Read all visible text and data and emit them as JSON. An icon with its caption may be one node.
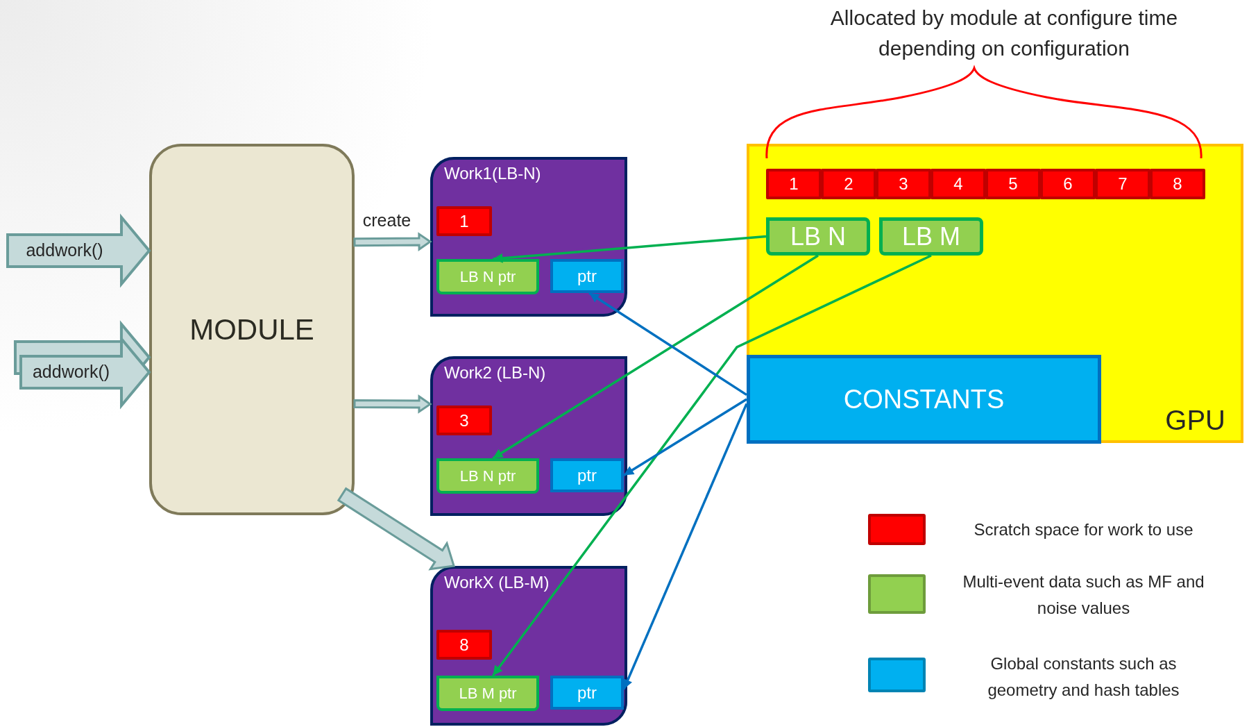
{
  "diagram": {
    "nodes": [
      {
        "text": [
          "MODULE"
        ]
      },
      {
        "text": [
          "Work1(LB-N)"
        ]
      },
      {
        "text": [
          "1"
        ],
        "in": 1
      },
      {
        "text": [
          "LB N ptr"
        ],
        "in": 1
      },
      {
        "text": [
          "ptr"
        ],
        "in": 1
      },
      {
        "text": [
          "Work2 (LB-N)"
        ]
      },
      {
        "text": [
          "3"
        ],
        "in": 5
      },
      {
        "text": [
          "LB N ptr"
        ],
        "in": 5
      },
      {
        "text": [
          "ptr"
        ],
        "in": 5
      },
      {
        "text": [
          "WorkX (LB-M)"
        ]
      },
      {
        "text": [
          "8"
        ],
        "in": 9
      },
      {
        "text": [
          "LB M ptr"
        ],
        "in": 9
      },
      {
        "text": [
          "ptr"
        ],
        "in": 9
      },
      {
        "text": [
          "GPU"
        ]
      },
      {
        "text": [
          "1"
        ],
        "in": 13
      },
      {
        "text": [
          "2"
        ],
        "in": 13
      },
      {
        "text": [
          "3"
        ],
        "in": 13
      },
      {
        "text": [
          "4"
        ],
        "in": 13
      },
      {
        "text": [
          "5"
        ],
        "in": 13
      },
      {
        "text": [
          "6"
        ],
        "in": 13
      },
      {
        "text": [
          "7"
        ],
        "in": 13
      },
      {
        "text": [
          "8"
        ],
        "in": 13
      },
      {
        "text": [
          "LB N"
        ],
        "in": 13
      },
      {
        "text": [
          "LB M"
        ],
        "in": 13
      },
      {
        "text": [
          "CONSTANTS"
        ],
        "in": 13
      }
    ],
    "edges": [
      {
        "from": null,
        "to": 0,
        "arrow": "to",
        "label": "addwork()",
        "style": "thick"
      },
      {
        "from": null,
        "to": 0,
        "arrow": "to",
        "style": "thick"
      },
      {
        "from": null,
        "to": 0,
        "arrow": "to",
        "label": "addwork()",
        "style": "thick"
      },
      {
        "from": 0,
        "to": 1,
        "arrow": "to",
        "label": "create",
        "style": "thick"
      },
      {
        "from": 0,
        "to": 5,
        "arrow": "to",
        "style": "thick"
      },
      {
        "from": 0,
        "to": 9,
        "arrow": "to",
        "style": "thick"
      },
      {
        "from": 22,
        "to": 3,
        "arrow": "to",
        "color": "#00b050"
      },
      {
        "from": 22,
        "to": 7,
        "arrow": "to",
        "color": "#00b050"
      },
      {
        "from": 23,
        "to": 11,
        "arrow": "to",
        "color": "#00b050"
      },
      {
        "from": 24,
        "to": 4,
        "arrow": "to",
        "color": "#0070c0"
      },
      {
        "from": 24,
        "to": 8,
        "arrow": "to",
        "color": "#0070c0"
      },
      {
        "from": 24,
        "to": 12,
        "arrow": "to",
        "color": "#0070c0"
      }
    ],
    "labels": [
      "Allocated by module at configure time depending on configuration"
    ],
    "legend": [
      {
        "text": "Scratch space for work to use",
        "color": "#ff0000"
      },
      {
        "text": "Multi-event data such as MF and noise values",
        "color": "#92d050"
      },
      {
        "text": "Global constants such as geometry and hash tables",
        "color": "#00b0f0"
      }
    ]
  }
}
